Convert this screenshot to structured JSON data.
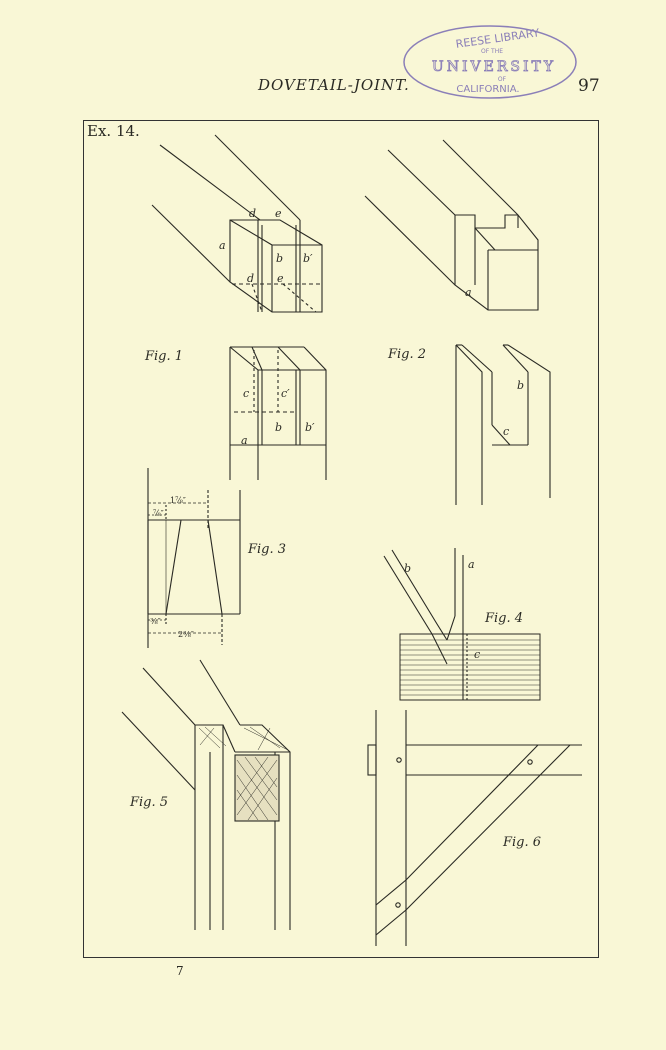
{
  "page": {
    "running_head": "DOVETAIL-JOINT.",
    "page_number": "97",
    "exercise_label": "Ex. 14.",
    "signature": "7"
  },
  "stamp": {
    "line1": "REESE LIBRARY",
    "line2": "OF THE",
    "line3": "UNIVERSITY",
    "line4": "OF",
    "line5": "CALIFORNIA."
  },
  "figures": {
    "fig1": {
      "caption": "Fig. 1",
      "labels": {
        "a": "a",
        "b": "b",
        "b_prime": "b′",
        "c": "c",
        "c_prime": "c′",
        "d": "d",
        "e": "e"
      }
    },
    "fig2": {
      "caption": "Fig. 2",
      "labels": {
        "a": "a",
        "b": "b",
        "c": "c"
      }
    },
    "fig3": {
      "caption": "Fig. 3",
      "dims": {
        "top_outer": "1⅞″",
        "top_inner": "⅞″",
        "bottom_inner": "⅜″",
        "bottom_outer": "2⅜″"
      }
    },
    "fig4": {
      "caption": "Fig. 4",
      "labels": {
        "a": "a",
        "b": "b",
        "c": "c"
      }
    },
    "fig5": {
      "caption": "Fig. 5"
    },
    "fig6": {
      "caption": "Fig. 6"
    }
  },
  "colors": {
    "paper": "#f9f7d6",
    "ink": "#2a2a24",
    "stamp": "#8b7fb8"
  }
}
